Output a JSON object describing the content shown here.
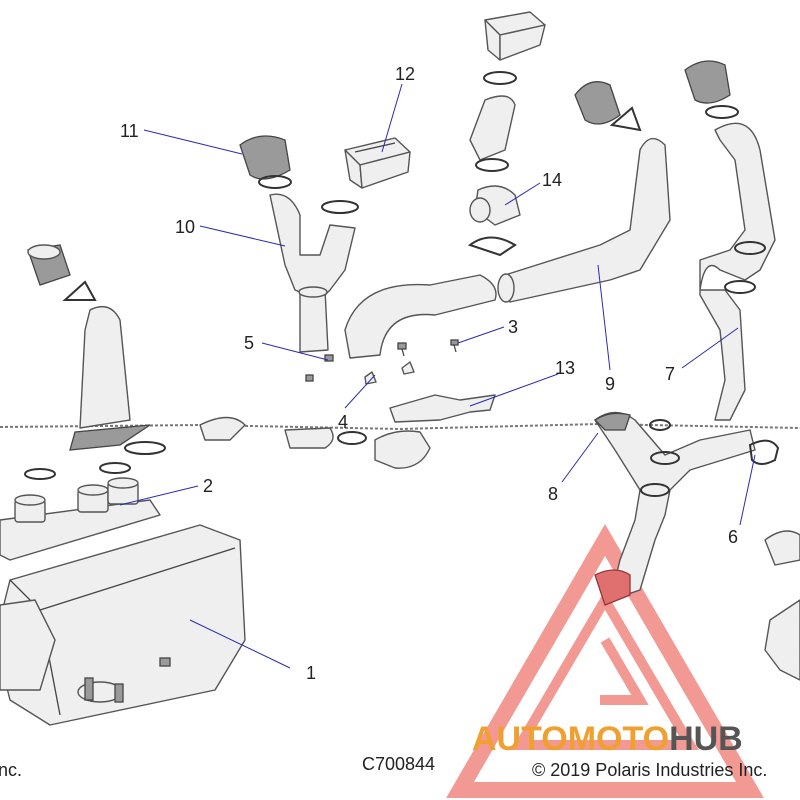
{
  "diagram": {
    "drawing_number": "C700844",
    "copyright": "© 2019 Polaris Industries Inc.",
    "left_fragment": "nc.",
    "callouts": [
      {
        "number": "1",
        "part": "airbox"
      },
      {
        "number": "2",
        "part": "intake-manifold"
      },
      {
        "number": "3",
        "part": "screw"
      },
      {
        "number": "4",
        "part": "bracket-clip"
      },
      {
        "number": "5",
        "part": "bolt"
      },
      {
        "number": "6",
        "part": "clamp"
      },
      {
        "number": "7",
        "part": "intake-tube"
      },
      {
        "number": "8",
        "part": "y-duct"
      },
      {
        "number": "9",
        "part": "duct-tube"
      },
      {
        "number": "10",
        "part": "y-duct-upper"
      },
      {
        "number": "11",
        "part": "boot"
      },
      {
        "number": "12",
        "part": "intake-vent"
      },
      {
        "number": "13",
        "part": "mounting-bracket"
      },
      {
        "number": "14",
        "part": "elbow-connector"
      }
    ]
  },
  "watermark": {
    "brand_part1": "AUTOMOTO",
    "brand_part2": "HUB",
    "color_red": "#e8463c",
    "color_orange": "#f0a030",
    "color_gray": "#555555"
  }
}
